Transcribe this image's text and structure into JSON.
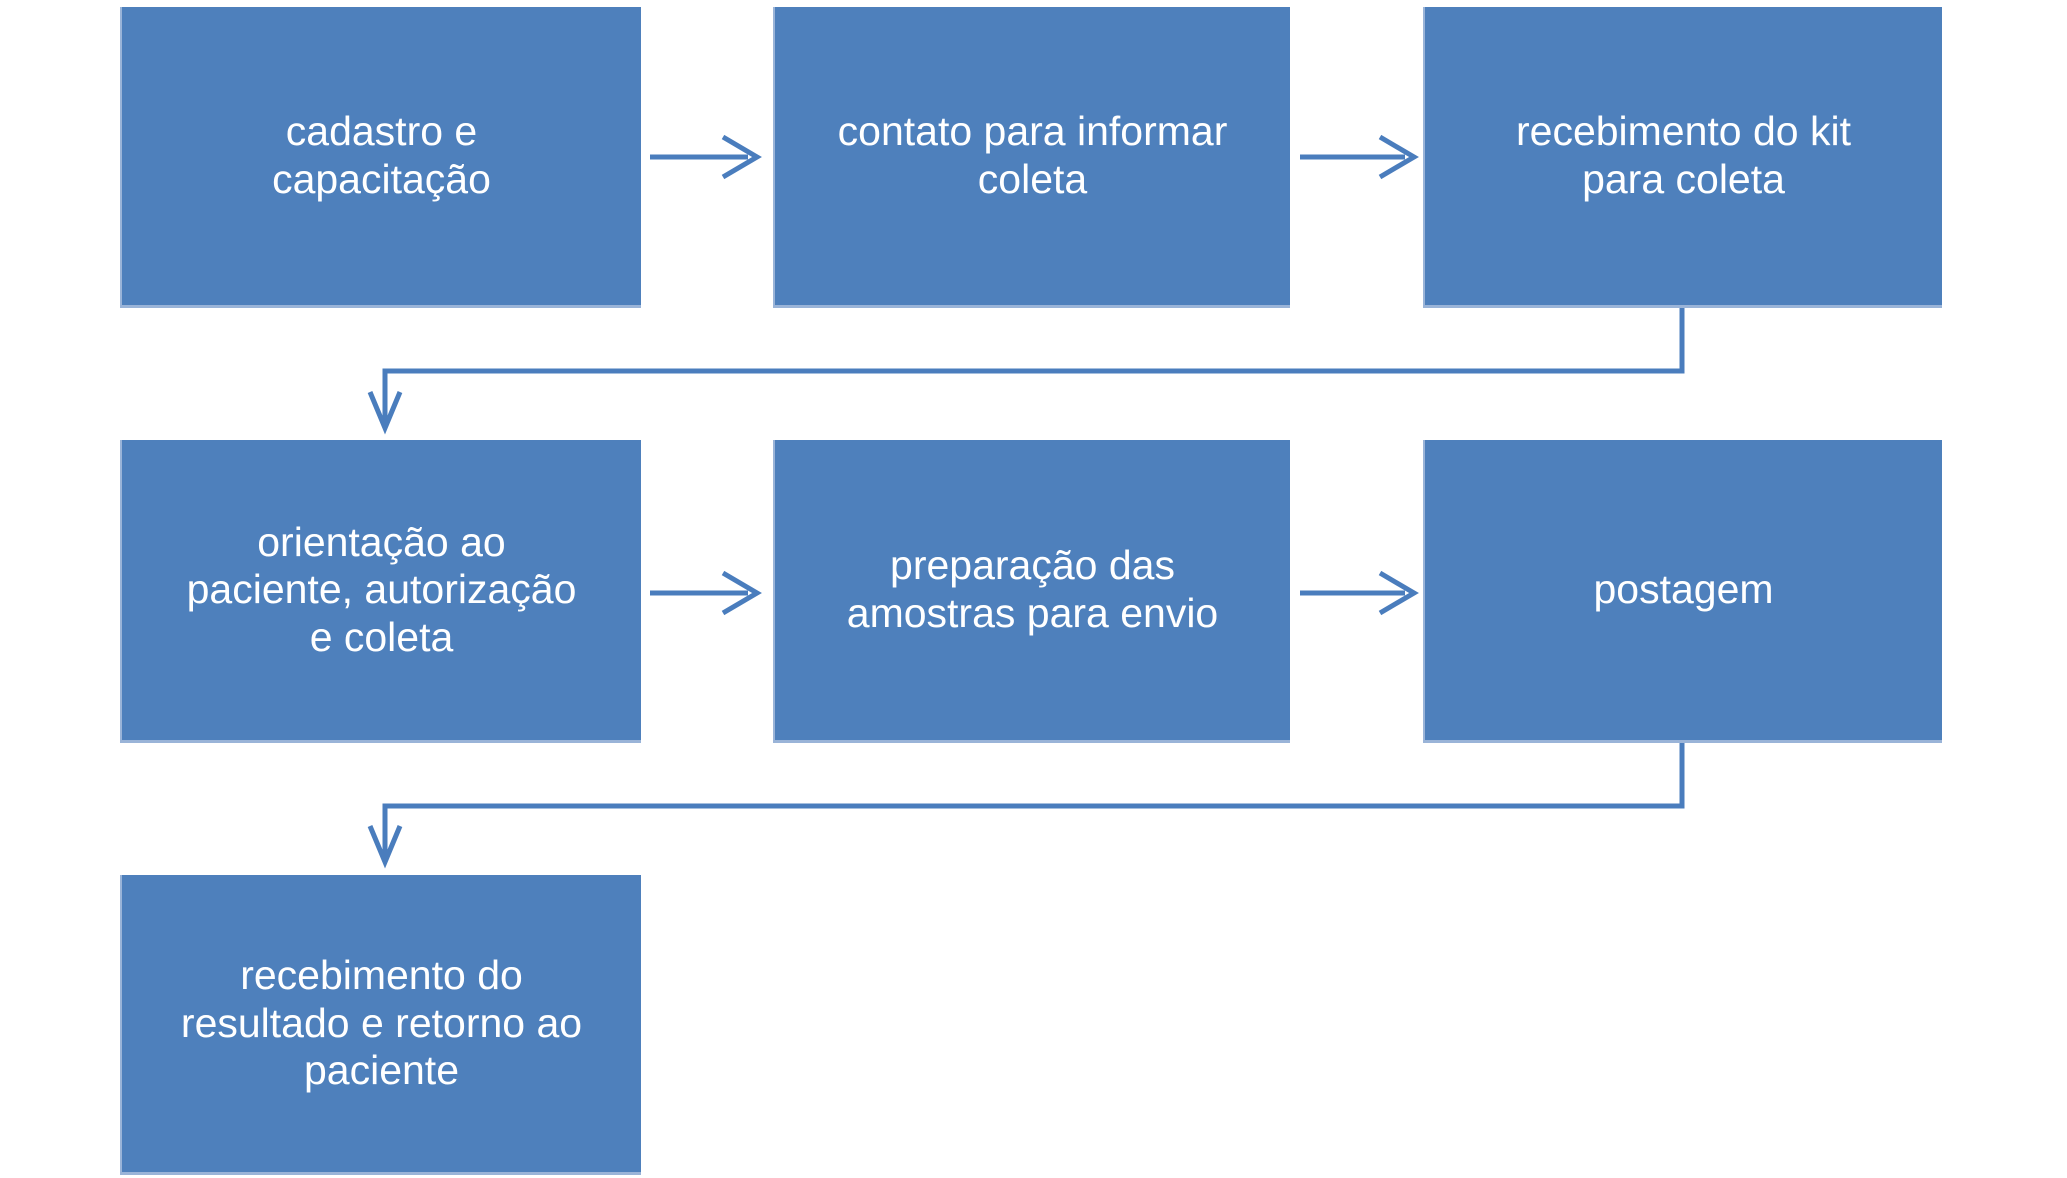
{
  "diagram": {
    "type": "flowchart",
    "background": "#ffffff",
    "colors": {
      "box_fill": "#4e80bc",
      "box_edge": "#9ab4d8",
      "connector": "#4a7dbd",
      "text": "#ffffff"
    },
    "nodes": [
      {
        "id": "n1",
        "label": "cadastro e\ncapacitação"
      },
      {
        "id": "n2",
        "label": "contato para informar\ncoleta"
      },
      {
        "id": "n3",
        "label": "recebimento do kit\npara coleta"
      },
      {
        "id": "n4",
        "label": "orientação ao\npaciente, autorização\ne coleta"
      },
      {
        "id": "n5",
        "label": "preparação das\namostras para envio"
      },
      {
        "id": "n6",
        "label": "postagem"
      },
      {
        "id": "n7",
        "label": "recebimento do\nresultado e retorno ao\npaciente"
      }
    ],
    "connectors": [
      {
        "from": "n1",
        "to": "n2",
        "type": "straight-arrow"
      },
      {
        "from": "n2",
        "to": "n3",
        "type": "straight-arrow"
      },
      {
        "from": "n3",
        "to": "n4",
        "type": "elbow-arrow"
      },
      {
        "from": "n4",
        "to": "n5",
        "type": "straight-arrow"
      },
      {
        "from": "n5",
        "to": "n6",
        "type": "straight-arrow"
      },
      {
        "from": "n6",
        "to": "n7",
        "type": "elbow-arrow"
      }
    ]
  }
}
